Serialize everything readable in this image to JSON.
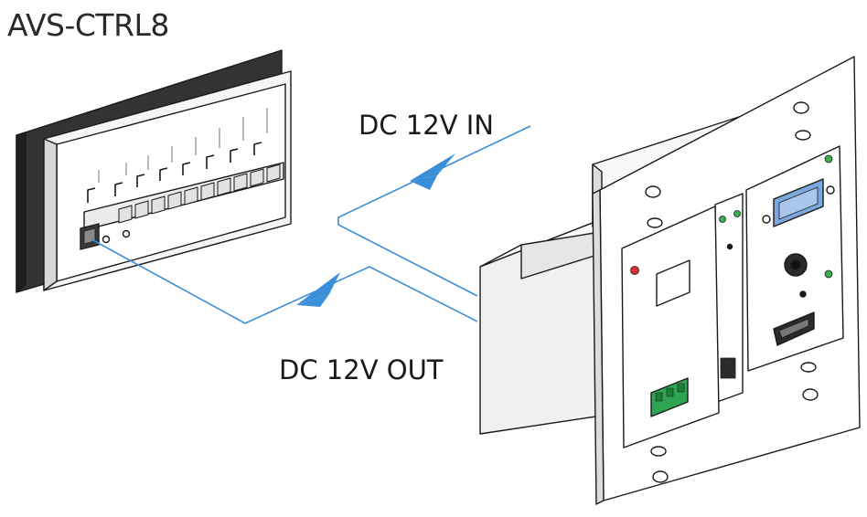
{
  "labels": {
    "device_name": "AVS-CTRL8",
    "dc_in": "DC 12V IN",
    "dc_out": "DC 12V OUT"
  },
  "colors": {
    "cable": "#3b8fd9",
    "arrow": "#3b8fd9",
    "line_art": "#1a1a1a",
    "led_power": "#d93030",
    "led_status": "#3cb050",
    "terminal": "#2fa552",
    "vga_port": "#7aa8dc"
  },
  "icons": {
    "controller": "avs-ctrl8-controller-illustration",
    "wallplate": "wallplate-transmitter-illustration",
    "arrow_in": "arrow-right-icon",
    "arrow_out": "arrow-left-icon"
  }
}
